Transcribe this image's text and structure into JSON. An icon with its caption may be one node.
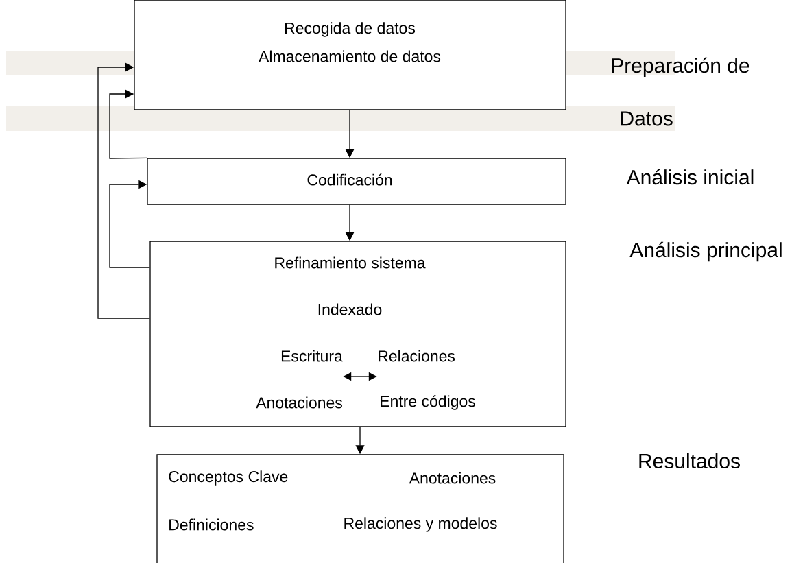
{
  "diagram": {
    "nodes": [
      {
        "text": [
          "Recogida de datos",
          "Almacenamiento de datos"
        ]
      },
      {
        "text": [
          "Codificación"
        ]
      },
      {
        "text": [
          "Refinamiento sistema",
          "Indexado"
        ]
      },
      {
        "text": [
          "Escritura",
          "Anotaciones"
        ],
        "in": 2
      },
      {
        "text": [
          "Relaciones",
          "Entre códigos"
        ],
        "in": 2
      },
      {
        "text": [
          "Conceptos Clave",
          "Anotaciones",
          "Definiciones",
          "Relaciones y modelos"
        ]
      }
    ],
    "edges": [
      {
        "from": 0,
        "to": 1,
        "arrow": "to"
      },
      {
        "from": 1,
        "to": 2,
        "arrow": "to"
      },
      {
        "from": 2,
        "to": 5,
        "arrow": "to"
      },
      {
        "from": 2,
        "to": 0,
        "arrow": "to"
      },
      {
        "from": 1,
        "to": 0,
        "arrow": "to"
      },
      {
        "from": 2,
        "to": 1,
        "arrow": "to"
      },
      {
        "from": 3,
        "to": 4,
        "arrow": "both"
      }
    ],
    "labels": [
      "Preparación de",
      "Datos",
      "Análisis inicial",
      "Análisis principal",
      "Resultados"
    ]
  }
}
